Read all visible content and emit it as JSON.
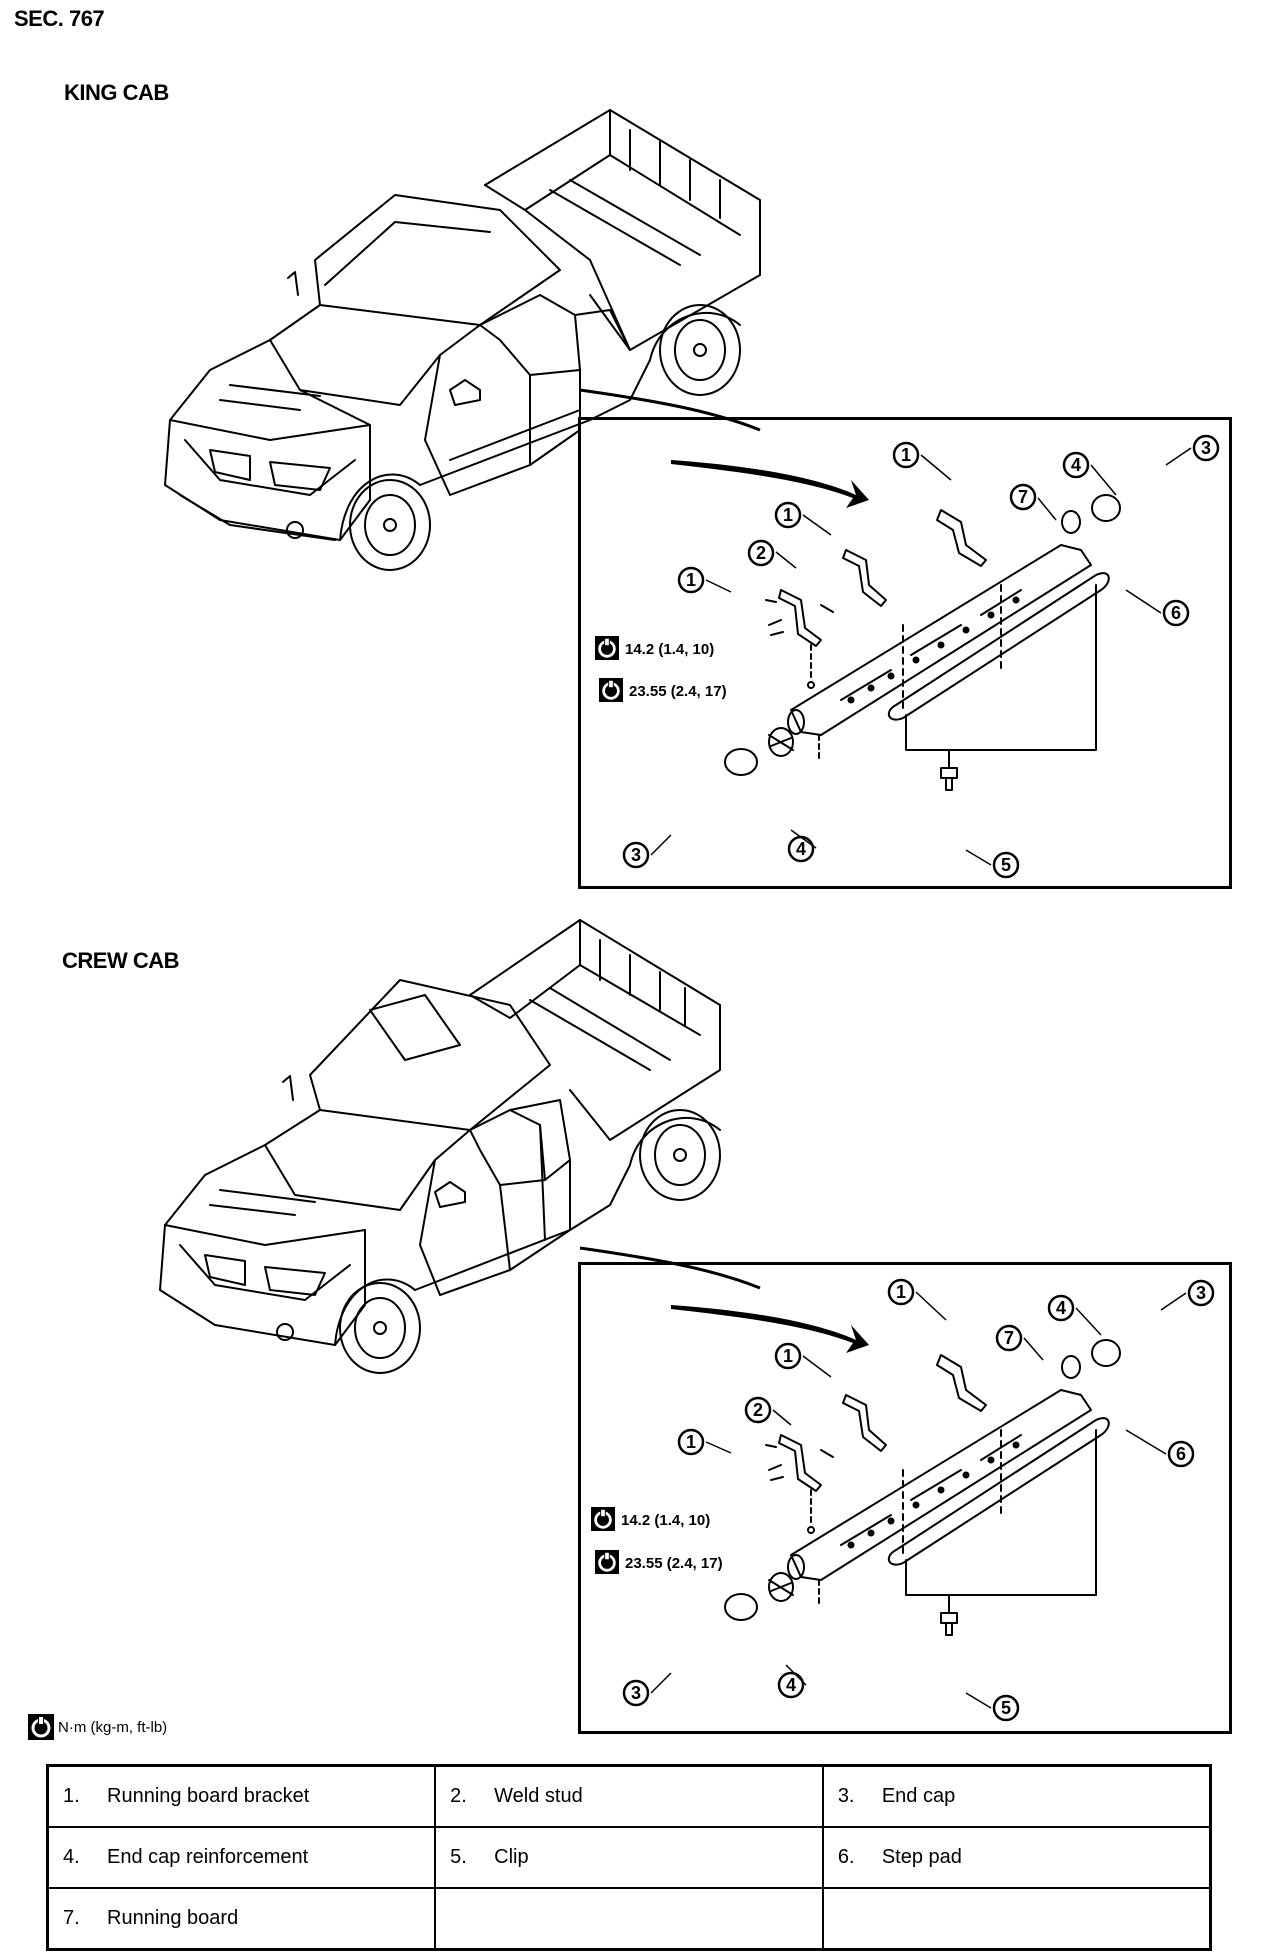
{
  "section": "SEC. 767",
  "colors": {
    "line": "#000000",
    "background": "#ffffff"
  },
  "icons": [
    "torque-wrench-icon",
    "pickup-truck-king-cab-illustration",
    "pickup-truck-crew-cab-illustration"
  ],
  "views": [
    {
      "title": "KING CAB",
      "torque": [
        "14.2 (1.4, 10)",
        "23.55 (2.4, 17)"
      ],
      "callouts": [
        "1",
        "1",
        "1",
        "2",
        "3",
        "3",
        "4",
        "4",
        "5",
        "6",
        "7"
      ]
    },
    {
      "title": "CREW CAB",
      "torque": [
        "14.2 (1.4, 10)",
        "23.55 (2.4, 17)"
      ],
      "callouts": [
        "1",
        "1",
        "1",
        "2",
        "3",
        "3",
        "4",
        "4",
        "5",
        "6",
        "7"
      ]
    }
  ],
  "legend": {
    "unit": "N·m (kg-m, ft-lb)"
  },
  "parts": [
    {
      "num": "1.",
      "name": "Running board bracket"
    },
    {
      "num": "2.",
      "name": "Weld stud"
    },
    {
      "num": "3.",
      "name": "End cap"
    },
    {
      "num": "4.",
      "name": "End cap reinforcement"
    },
    {
      "num": "5.",
      "name": "Clip"
    },
    {
      "num": "6.",
      "name": "Step pad"
    },
    {
      "num": "7.",
      "name": "Running board"
    }
  ]
}
